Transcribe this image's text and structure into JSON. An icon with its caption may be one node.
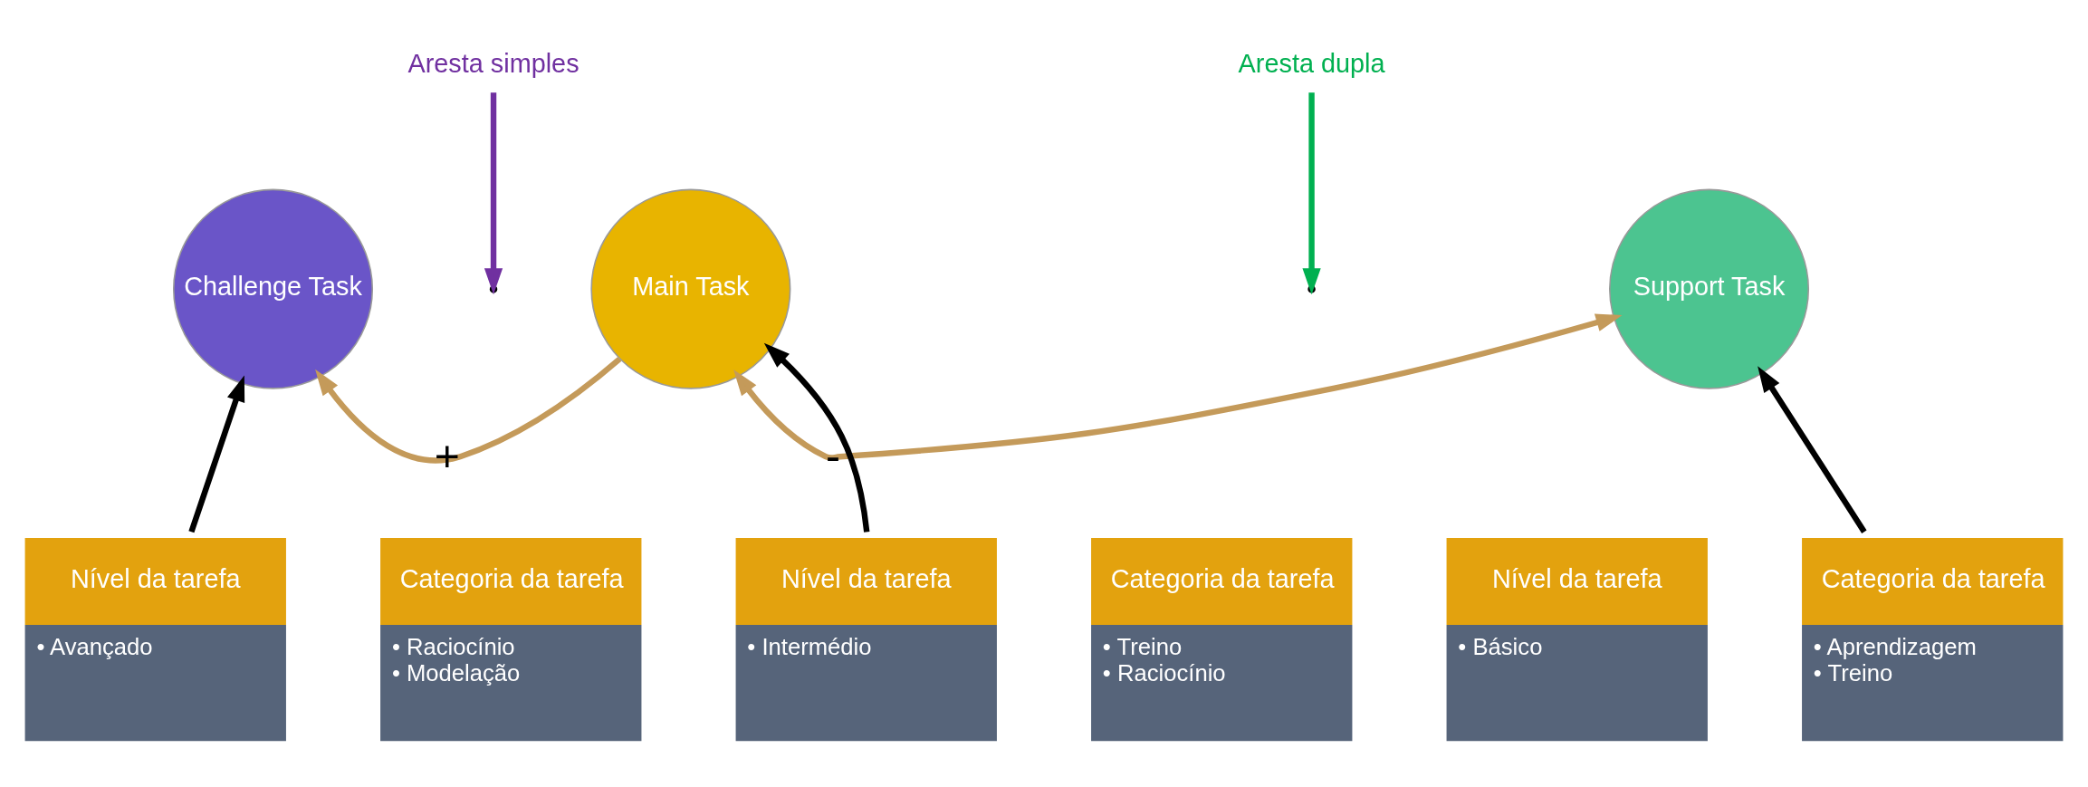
{
  "diagram": {
    "nodes": [
      {
        "text": [
          "Challenge Task"
        ]
      },
      {
        "text": [
          "Main Task"
        ]
      },
      {
        "text": [
          "Support Task"
        ]
      },
      {
        "text": [
          "Aresta simples"
        ]
      },
      {
        "text": [
          "Aresta dupla"
        ]
      },
      {
        "text": [
          "Nível da tarefa",
          "• Avançado"
        ]
      },
      {
        "text": [
          "Categoria da tarefa",
          "• Raciocínio",
          "• Modelação"
        ]
      },
      {
        "text": [
          "Nível da tarefa",
          "• Intermédio"
        ]
      },
      {
        "text": [
          "Categoria da tarefa",
          "• Treino",
          "• Raciocínio"
        ]
      },
      {
        "text": [
          "Nível da tarefa",
          "• Básico"
        ]
      },
      {
        "text": [
          "Categoria da tarefa",
          "• Aprendizagem",
          "• Treino"
        ]
      }
    ],
    "edges": [
      {
        "from": 1,
        "to": 0,
        "arrow": "to",
        "label": "+",
        "color": "#c49a5a"
      },
      {
        "from": 1,
        "to": 2,
        "arrow": "both",
        "label": "-",
        "color": "#c49a5a"
      },
      {
        "from": 3,
        "to": null,
        "arrow": "to",
        "color": "#7030a0"
      },
      {
        "from": 4,
        "to": null,
        "arrow": "to",
        "color": "#00b050"
      },
      {
        "from": 5,
        "to": 0,
        "arrow": "to"
      },
      {
        "from": 7,
        "to": 1,
        "arrow": "to"
      },
      {
        "from": 10,
        "to": 2,
        "arrow": "to"
      }
    ]
  }
}
